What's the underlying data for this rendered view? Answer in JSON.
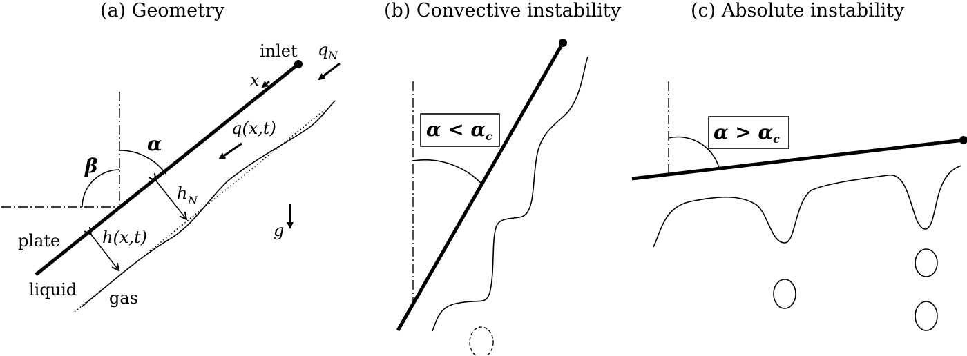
{
  "panels": {
    "a": {
      "title": "(a) Geometry",
      "labels": {
        "inlet": "inlet",
        "qN_base": "q",
        "qN_sub": "N",
        "x": "x",
        "q_xt": "q(x,t)",
        "alpha": "α",
        "beta": "β",
        "hN_base": "h",
        "hN_sub": "N",
        "g": "g",
        "plate": "plate",
        "h_xt": "h(x,t)",
        "liquid": "liquid",
        "gas": "gas"
      }
    },
    "b": {
      "title": "(b) Convective instability",
      "condition_main": "α < α",
      "condition_sub": "c"
    },
    "c": {
      "title": "(c) Absolute instability",
      "condition_main": "α > α",
      "condition_sub": "c"
    }
  },
  "colors": {
    "stroke": "#000000",
    "background": "#ffffff"
  }
}
